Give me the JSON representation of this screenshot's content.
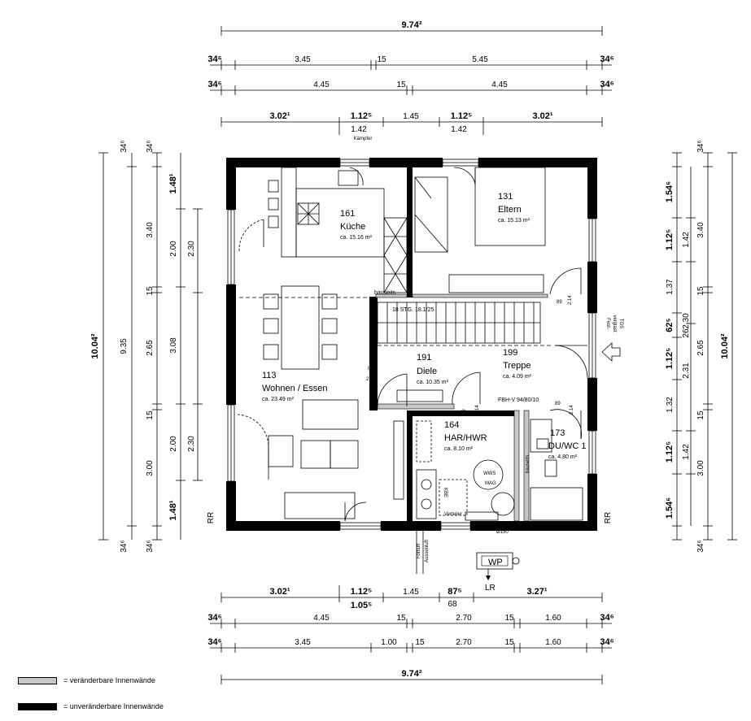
{
  "dims": {
    "total_width": "9.74²",
    "end": "34⁶",
    "top_row2": [
      "3.45",
      "15",
      "5.45"
    ],
    "top_row3": [
      "4.45",
      "15",
      "4.45"
    ],
    "top_row4": [
      "3.02¹",
      "1.12⁵",
      "1.45",
      "1.12⁵",
      "3.02¹"
    ],
    "top_row4_sub": [
      "1.42",
      "1.42"
    ],
    "kaempfer": "Kämpfer",
    "bottom_row1": [
      "3.02¹",
      "1.12⁵",
      "1.45",
      "87⁵",
      "3.27¹"
    ],
    "bottom_row1_sub": [
      "1.05⁵",
      "68"
    ],
    "bottom_row2": [
      "4.45",
      "15",
      "2.70",
      "15",
      "1.60"
    ],
    "bottom_row3": [
      "3.45",
      "1.00",
      "15",
      "2.70",
      "15",
      "1.60"
    ],
    "left_total": "10.04²",
    "left_a": [
      "3.40",
      "15",
      "2.65",
      "15",
      "3.00"
    ],
    "left_b": [
      "9.35"
    ],
    "left_c": [
      "1.48¹",
      "2.00",
      "3.08",
      "2.00",
      "1.48¹"
    ],
    "left_d": [
      "2.30",
      "2.30"
    ],
    "right_total": "10.04²",
    "right_a": [
      "1.54⁶",
      "1.12⁵",
      "1.37",
      "62⁵",
      "1.12⁵",
      "1.32",
      "1.12⁵",
      "1.54⁶"
    ],
    "right_b": [
      "1.42",
      "26",
      "2.31",
      "1.42"
    ],
    "right_c": [
      "3.40",
      "2.30",
      "2.65",
      "3.00"
    ],
    "right_d": [
      "15",
      "15"
    ]
  },
  "rooms": {
    "kueche": {
      "num": "161",
      "name": "Küche",
      "area": "ca. 15.16 m²"
    },
    "eltern": {
      "num": "131",
      "name": "Eltern",
      "area": "ca. 15.13 m²"
    },
    "wohnen": {
      "num": "113",
      "name": "Wohnen / Essen",
      "area": "ca. 23.49 m²"
    },
    "diele": {
      "num": "191",
      "name": "Diele",
      "area": "ca. 10.35 m²"
    },
    "treppe": {
      "num": "199",
      "name": "Treppe",
      "area": "ca. 4.09 m²"
    },
    "har": {
      "num": "164",
      "name": "HAR/HWR",
      "area": "ca. 8.10 m²"
    },
    "du": {
      "num": "173",
      "name": "DU/WC 1",
      "area": "ca. 4.80 m²"
    }
  },
  "labels": {
    "bauseits": "bauseits",
    "stg": "18 STG. 18.1/25",
    "fbh": "FBH-V 94/80/10",
    "fest": "Fest-",
    "verglast": "verglast",
    "tgs": "TGS",
    "rr": "RR",
    "fortluft": "Fortluft",
    "aussenluft": "Aussenluft",
    "wp": "WP",
    "lr": "LR",
    "wws": "WWS",
    "mag": "MAG",
    "kbe": "KBE",
    "verteiler": "Verteiler",
    "d150": "Ø150",
    "d89": "89",
    "d214": "2.14",
    "d89b": "89",
    "d214b": "2.14¹",
    "d89c": "89",
    "d214c": "2.14",
    "d89d": "89",
    "d214d": "2.14"
  },
  "legend": [
    {
      "text": "= veränderbare Innenwände",
      "color": "#c8c8c8"
    },
    {
      "text": "= unveränderbare Innenwände",
      "color": "#000000"
    }
  ]
}
